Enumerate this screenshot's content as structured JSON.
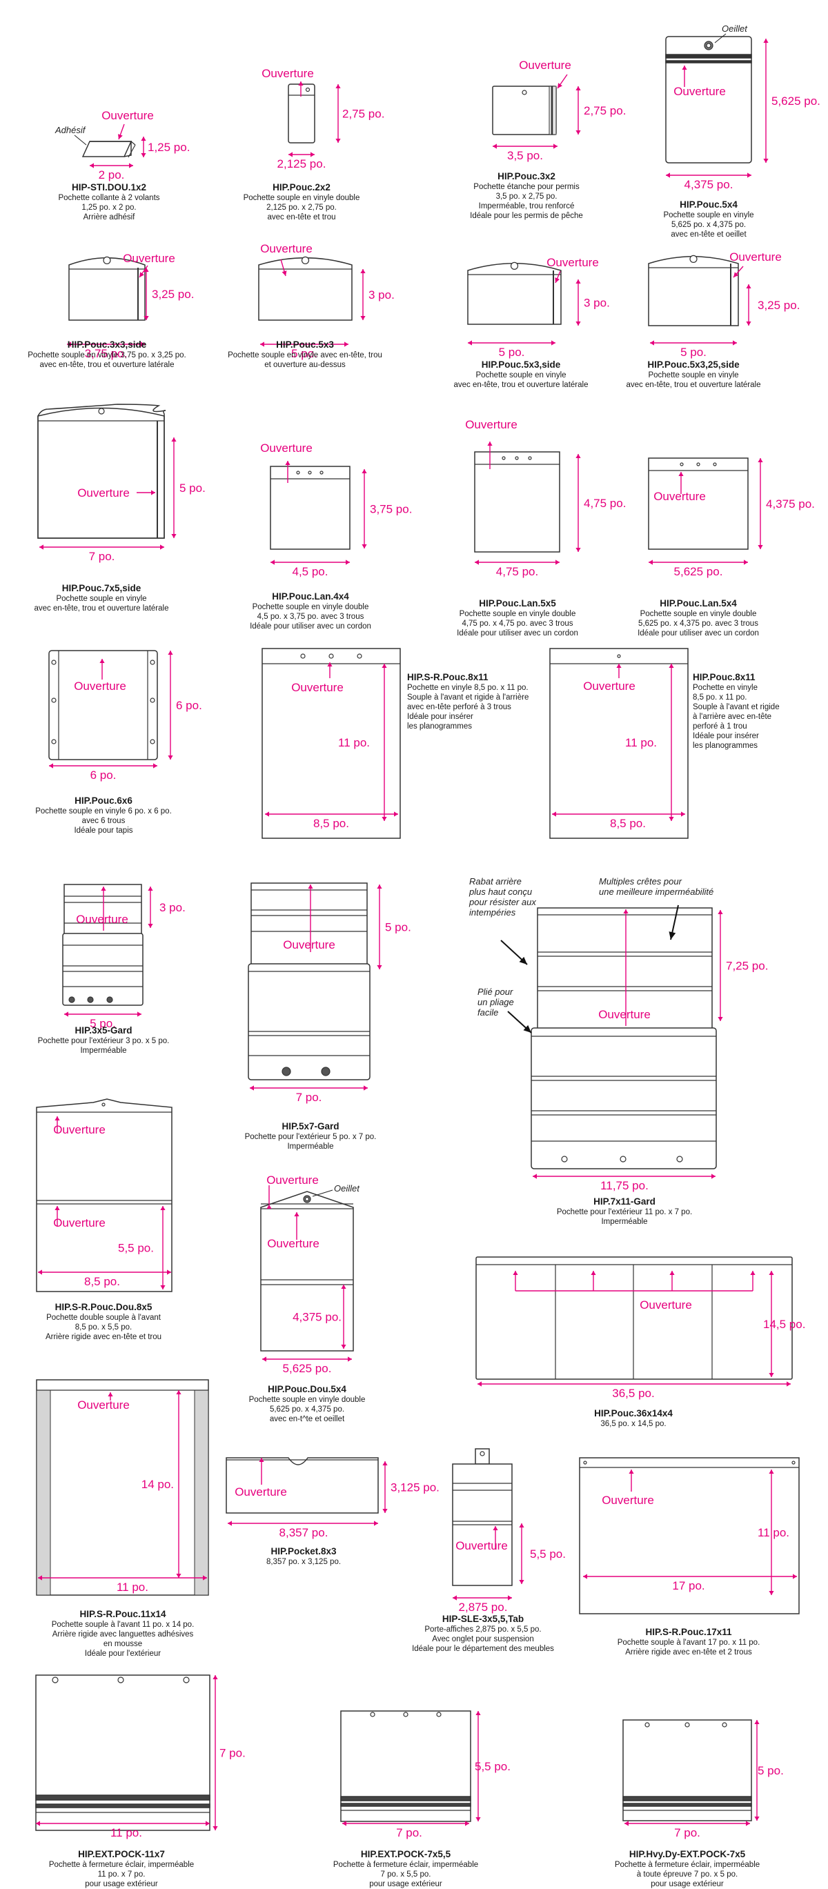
{
  "colors": {
    "dimension": "#e6007e",
    "outline": "#333333",
    "text": "#1a1a1a"
  },
  "labels": {
    "ouverture": "Ouverture",
    "oeillet": "Oeillet",
    "adhesif": "Adhésif"
  },
  "notes": {
    "rabat": [
      "Rabat arrière",
      "plus haut conçu",
      "pour résister aux",
      "intempéries"
    ],
    "cretes": [
      "Multiples crêtes pour",
      "une meilleure imperméabilité"
    ],
    "plie": [
      "Plié pour",
      "un pliage",
      "facile"
    ]
  },
  "products": [
    {
      "id": "p1",
      "name": "HIP-STI.DOU.1x2",
      "lines": [
        "Pochette collante à 2 volants",
        "1,25 po. x 2 po.",
        "Arrière adhésif"
      ],
      "w": "2 po.",
      "h": "1,25 po."
    },
    {
      "id": "p2",
      "name": "HIP.Pouc.2x2",
      "lines": [
        "Pochette souple en vinyle double",
        "2,125 po. x 2,75 po.",
        "avec en-tête et trou"
      ],
      "w": "2,125 po.",
      "h": "2,75 po."
    },
    {
      "id": "p3",
      "name": "HIP.Pouc.3x2",
      "lines": [
        "Pochette étanche pour permis",
        "3,5 po. x 2,75 po.",
        "Imperméable, trou renforcé",
        "Idéale pour les permis de pêche"
      ],
      "w": "3,5 po.",
      "h": "2,75 po."
    },
    {
      "id": "p4",
      "name": "HIP.Pouc.5x4",
      "lines": [
        "Pochette souple en vinyle",
        "5,625 po. x 4,375 po.",
        "avec en-tête et oeillet"
      ],
      "w": "4,375 po.",
      "h": "5,625 po."
    },
    {
      "id": "p5",
      "name": "HIP.Pouc.3x3,side",
      "lines": [
        "Pochette souple en vinyle 3,75 po. x 3,25 po.",
        "avec en-tête, trou et ouverture latérale"
      ],
      "w": "3,75 po.",
      "h": "3,25 po."
    },
    {
      "id": "p6",
      "name": "HIP.Pouc.5x3",
      "lines": [
        "Pochette souple en vinyle avec en-tête, trou",
        "et ouverture au-dessus"
      ],
      "w": "5 po.",
      "h": "3 po."
    },
    {
      "id": "p7",
      "name": "HIP.Pouc.5x3,side",
      "lines": [
        "Pochette souple en vinyle",
        "avec en-tête, trou et ouverture latérale"
      ],
      "w": "5 po.",
      "h": "3 po."
    },
    {
      "id": "p8",
      "name": "HIP.Pouc.5x3,25,side",
      "lines": [
        "Pochette souple en vinyle",
        "avec en-tête, trou et ouverture latérale"
      ],
      "w": "5 po.",
      "h": "3,25 po."
    },
    {
      "id": "p9",
      "name": "HIP.Pouc.7x5,side",
      "lines": [
        "Pochette souple en vinyle",
        "avec en-tête, trou et ouverture latérale"
      ],
      "w": "7 po.",
      "h": "5 po."
    },
    {
      "id": "p10",
      "name": "HIP.Pouc.Lan.4x4",
      "lines": [
        "Pochette souple en vinyle double",
        "4,5 po. x 3,75 po. avec 3 trous",
        "Idéale pour utiliser avec un cordon"
      ],
      "w": "4,5 po.",
      "h": "3,75 po."
    },
    {
      "id": "p11",
      "name": "HIP.Pouc.Lan.5x5",
      "lines": [
        "Pochette souple en vinyle double",
        "4,75 po. x 4,75 po. avec 3 trous",
        "Idéale pour utiliser avec un cordon"
      ],
      "w": "4,75 po.",
      "h": "4,75 po."
    },
    {
      "id": "p12",
      "name": "HIP.Pouc.Lan.5x4",
      "lines": [
        "Pochette souple en vinyle double",
        "5,625 po. x 4,375 po. avec 3 trous",
        "Idéale pour utiliser avec un cordon"
      ],
      "w": "5,625 po.",
      "h": "4,375 po."
    },
    {
      "id": "p13",
      "name": "HIP.Pouc.6x6",
      "lines": [
        "Pochette souple en vinyle 6 po. x 6 po.",
        "avec 6 trous",
        "Idéale pour tapis"
      ],
      "w": "6 po.",
      "h": "6 po."
    },
    {
      "id": "p14",
      "name": "HIP.S-R.Pouc.8x11",
      "lines": [
        "Pochette en vinyle 8,5 po. x 11 po.",
        "Souple à l'avant et rigide à l'arrière",
        "avec en-tête perforé à 3 trous",
        "Idéale pour insérer",
        "les planogrammes"
      ],
      "w": "8,5 po.",
      "h": "11 po."
    },
    {
      "id": "p15",
      "name": "HIP.Pouc.8x11",
      "lines": [
        "Pochette en vinyle",
        "8,5 po. x 11 po.",
        "Souple à l'avant et rigide",
        "à l'arrière avec en-tête",
        "perforé à 1 trou",
        "Idéale pour insérer",
        "les planogrammes"
      ],
      "w": "8,5 po.",
      "h": "11 po."
    },
    {
      "id": "p16",
      "name": "HIP.3x5-Gard",
      "lines": [
        "Pochette pour l'extérieur 3 po. x 5 po.",
        "Imperméable"
      ],
      "w": "5 po.",
      "h": "3 po."
    },
    {
      "id": "p17",
      "name": "HIP.5x7-Gard",
      "lines": [
        "Pochette pour l'extérieur 5 po. x 7 po.",
        "Imperméable"
      ],
      "w": "7 po.",
      "h": "5 po."
    },
    {
      "id": "p18",
      "name": "HIP.7x11-Gard",
      "lines": [
        "Pochette pour l'extérieur 11 po. x 7 po.",
        "Imperméable"
      ],
      "w": "11,75 po.",
      "h": "7,25 po."
    },
    {
      "id": "p19",
      "name": "HIP.S-R.Pouc.Dou.8x5",
      "lines": [
        "Pochette double souple à l'avant",
        "8,5 po. x 5,5 po.",
        "Arrière rigide avec en-tête et trou"
      ],
      "w": "8,5 po.",
      "h": "5,5 po."
    },
    {
      "id": "p20",
      "name": "HIP.Pouc.Dou.5x4",
      "lines": [
        "Pochette souple en vinyle double",
        "5,625 po. x 4,375 po.",
        "avec en-t^te et oeillet"
      ],
      "w": "5,625 po.",
      "h": "4,375 po."
    },
    {
      "id": "p21",
      "name": "HIP.Pouc.36x14x4",
      "lines": [
        "36,5 po. x 14,5 po."
      ],
      "w": "36,5 po.",
      "h": "14,5 po."
    },
    {
      "id": "p22",
      "name": "HIP.S-R.Pouc.11x14",
      "lines": [
        "Pochette souple à l'avant 11 po. x 14 po.",
        "Arrière rigide avec languettes adhésives",
        "en mousse",
        "Idéale pour l'extérieur"
      ],
      "w": "11 po.",
      "h": "14 po."
    },
    {
      "id": "p23",
      "name": "HIP.Pocket.8x3",
      "lines": [
        "8,357 po. x 3,125 po."
      ],
      "w": "8,357 po.",
      "h": "3,125 po."
    },
    {
      "id": "p24",
      "name": "HIP-SLE-3x5,5,Tab",
      "lines": [
        "Porte-affiches 2,875 po. x 5,5 po.",
        "Avec onglet pour suspension",
        "Idéale pour le département des meubles"
      ],
      "w": "2,875 po.",
      "h": "5,5 po."
    },
    {
      "id": "p25",
      "name": "HIP.S-R.Pouc.17x11",
      "lines": [
        "Pochette souple à l'avant 17 po. x 11 po.",
        "Arrière rigide avec en-tête et 2 trous"
      ],
      "w": "17 po.",
      "h": "11 po."
    },
    {
      "id": "p26",
      "name": "HIP.EXT.POCK-11x7",
      "lines": [
        "Pochette à fermeture éclair, imperméable",
        "11 po. x 7 po.",
        "pour usage extérieur"
      ],
      "w": "11 po.",
      "h": "7 po."
    },
    {
      "id": "p27",
      "name": "HIP.EXT.POCK-7x5,5",
      "lines": [
        "Pochette à fermeture éclair, imperméable",
        "7 po. x 5,5 po.",
        "pour usage extérieur"
      ],
      "w": "7 po.",
      "h": "5,5 po."
    },
    {
      "id": "p28",
      "name": "HIP.Hvy.Dy-EXT.POCK-7x5",
      "lines": [
        "Pochette à fermeture éclair, imperméable",
        "à toute épreuve 7 po. x 5 po.",
        "pour usage extérieur"
      ],
      "w": "7 po.",
      "h": "5 po."
    }
  ]
}
